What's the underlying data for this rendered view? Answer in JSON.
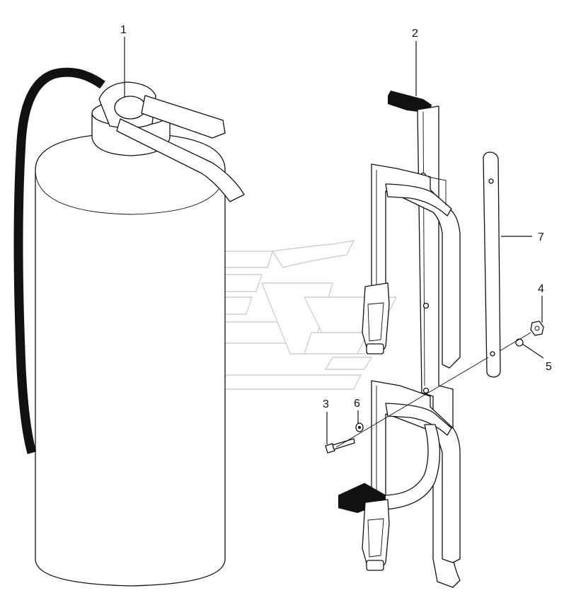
{
  "diagram": {
    "callouts": [
      {
        "id": "c1",
        "label": "1",
        "part": "extinguisher-valve-head"
      },
      {
        "id": "c2",
        "label": "2",
        "part": "mounting-bracket"
      },
      {
        "id": "c3",
        "label": "3",
        "part": "bolt"
      },
      {
        "id": "c4",
        "label": "4",
        "part": "nut"
      },
      {
        "id": "c5",
        "label": "5",
        "part": "washer"
      },
      {
        "id": "c6",
        "label": "6",
        "part": "washer"
      },
      {
        "id": "c7",
        "label": "7",
        "part": "backing-plate"
      }
    ],
    "colors": {
      "line": "#111111",
      "hose": "#111111",
      "watermark": "#c8c8c8",
      "background": "#ffffff"
    }
  }
}
